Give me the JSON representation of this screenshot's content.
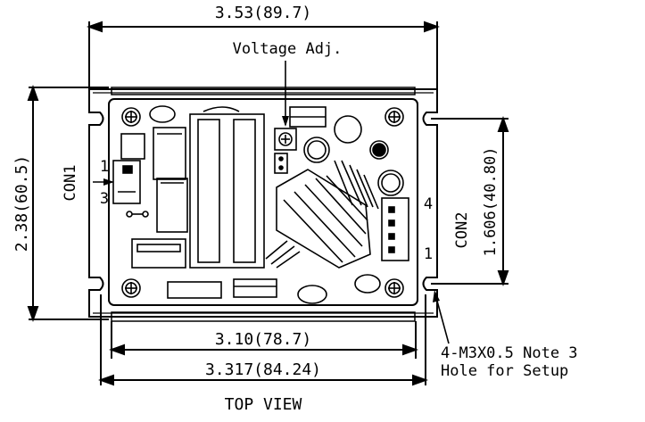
{
  "drawing": {
    "dim_top_width": "3.53(89.7)",
    "dim_height_left": "2.38(60.5)",
    "dim_mount_right": "1.606(40.80)",
    "dim_inner_bottom": "3.10(78.7)",
    "dim_outer_bottom": "3.317(84.24)",
    "voltage_adj_label": "Voltage Adj.",
    "con1_label": "CON1",
    "con1_pin_top": "1",
    "con1_pin_bottom": "3",
    "con2_label": "CON2",
    "con2_pin_top": "4",
    "con2_pin_bottom": "1",
    "hole_note_line1": "4-M3X0.5 Note 3",
    "hole_note_line2": "Hole for Setup",
    "view_title": "TOP VIEW"
  }
}
